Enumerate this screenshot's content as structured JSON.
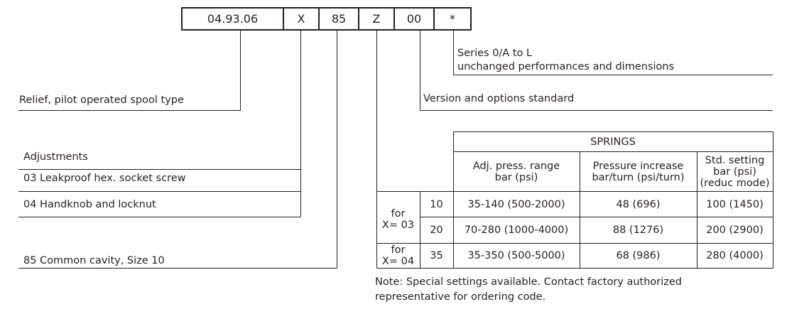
{
  "code": {
    "segments": [
      "04.93.06",
      "X",
      "85",
      "Z",
      "00",
      "*"
    ]
  },
  "labels": {
    "series_line1": "Series 0/A to L",
    "series_line2": "unchanged performances and dimensions",
    "relief": "Relief, pilot operated spool type",
    "version": "Version and options standard",
    "adjustments": "Adjustments",
    "adj_03": "03 Leakproof hex. socket screw",
    "adj_04": "04 Handknob and locknut",
    "cavity": "85 Common cavity, Size 10"
  },
  "springs_table": {
    "title": "SPRINGS",
    "headers": [
      [
        "Adj. press. range",
        "bar (psi)"
      ],
      [
        "Pressure increase",
        "bar/turn (psi/turn)"
      ],
      [
        "Std. setting",
        "bar (psi)",
        "(reduc mode)"
      ]
    ],
    "groups": [
      {
        "label": [
          "for",
          "X= 03"
        ]
      },
      {
        "label": [
          "for",
          "X= 04"
        ]
      }
    ],
    "rows": [
      {
        "spring": "10",
        "range": "35-140 (500-2000)",
        "increase": "48 (696)",
        "setting": "100 (1450)"
      },
      {
        "spring": "20",
        "range": "70-280 (1000-4000)",
        "increase": "88 (1276)",
        "setting": "200 (2900)"
      },
      {
        "spring": "35",
        "range": "35-350 (500-5000)",
        "increase": "68 (986)",
        "setting": "280 (4000)"
      }
    ]
  },
  "note": {
    "line1": "Note: Special settings available. Contact factory authorized",
    "line2": "representative for ordering code."
  }
}
